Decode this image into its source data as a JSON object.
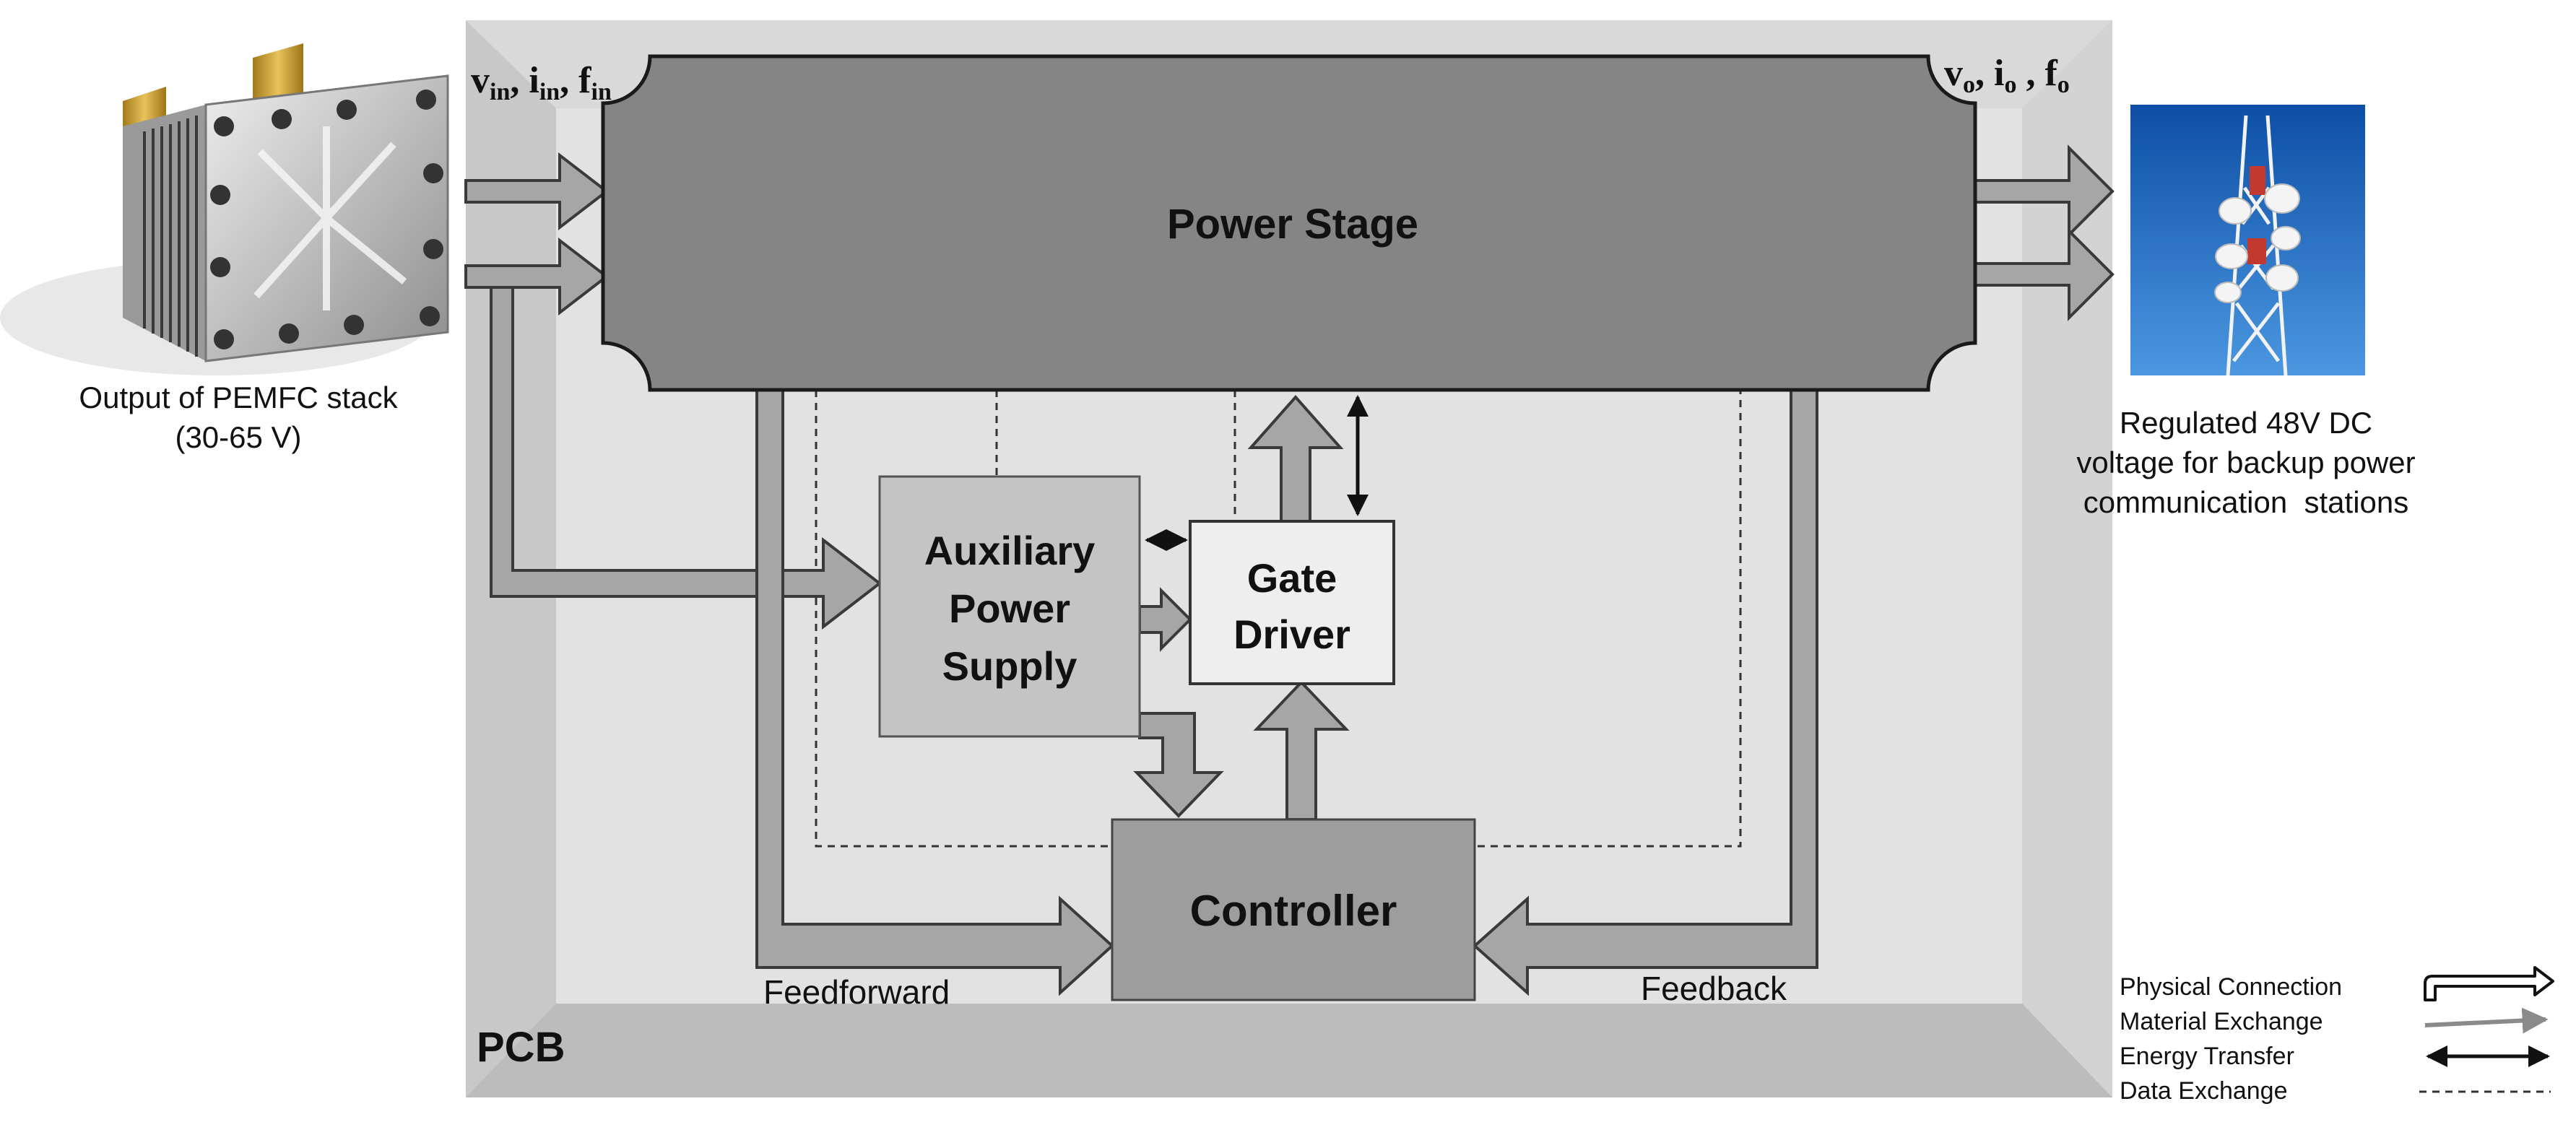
{
  "pcb": {
    "label": "PCB"
  },
  "input_signals": {
    "v": "v",
    "v_sub": "in",
    "i": "i",
    "i_sub": "in",
    "f": "f",
    "f_sub": "in"
  },
  "output_signals": {
    "v": "v",
    "v_sub": "o",
    "i": "i",
    "i_sub": "o",
    "f": "f",
    "f_sub": "o"
  },
  "blocks": {
    "power_stage": "Power Stage",
    "auxiliary_power_supply": [
      "Auxiliary",
      "Power",
      "Supply"
    ],
    "gate_driver": [
      "Gate",
      "Driver"
    ],
    "controller": "Controller"
  },
  "labels": {
    "feedforward": "Feedforward",
    "feedback": "Feedback",
    "input_caption": [
      "Output of PEMFC stack",
      "(30-65 V)"
    ],
    "output_caption": [
      "Regulated 48V DC",
      "voltage for backup power",
      "communication  stations"
    ]
  },
  "legend": [
    {
      "label": "Physical Connection",
      "style": "physical"
    },
    {
      "label": "Material Exchange",
      "style": "material"
    },
    {
      "label": "Energy Transfer",
      "style": "energy"
    },
    {
      "label": "Data Exchange",
      "style": "data"
    }
  ],
  "colors": {
    "pcb_outer": "#c8c8c8",
    "pcb_inner": "#e2e2e2",
    "pcb_bottom": "#bdbdbd",
    "pcb_right": "#cfcfcf",
    "power_stage": "#858585",
    "aux_block": "#c4c4c4",
    "gate_block": "#eeeeee",
    "controller_block": "#9d9d9d",
    "arrow_fill": "#a6a6a6",
    "arrow_stroke": "#3a3a3a",
    "sky": "#1f6fc4"
  }
}
